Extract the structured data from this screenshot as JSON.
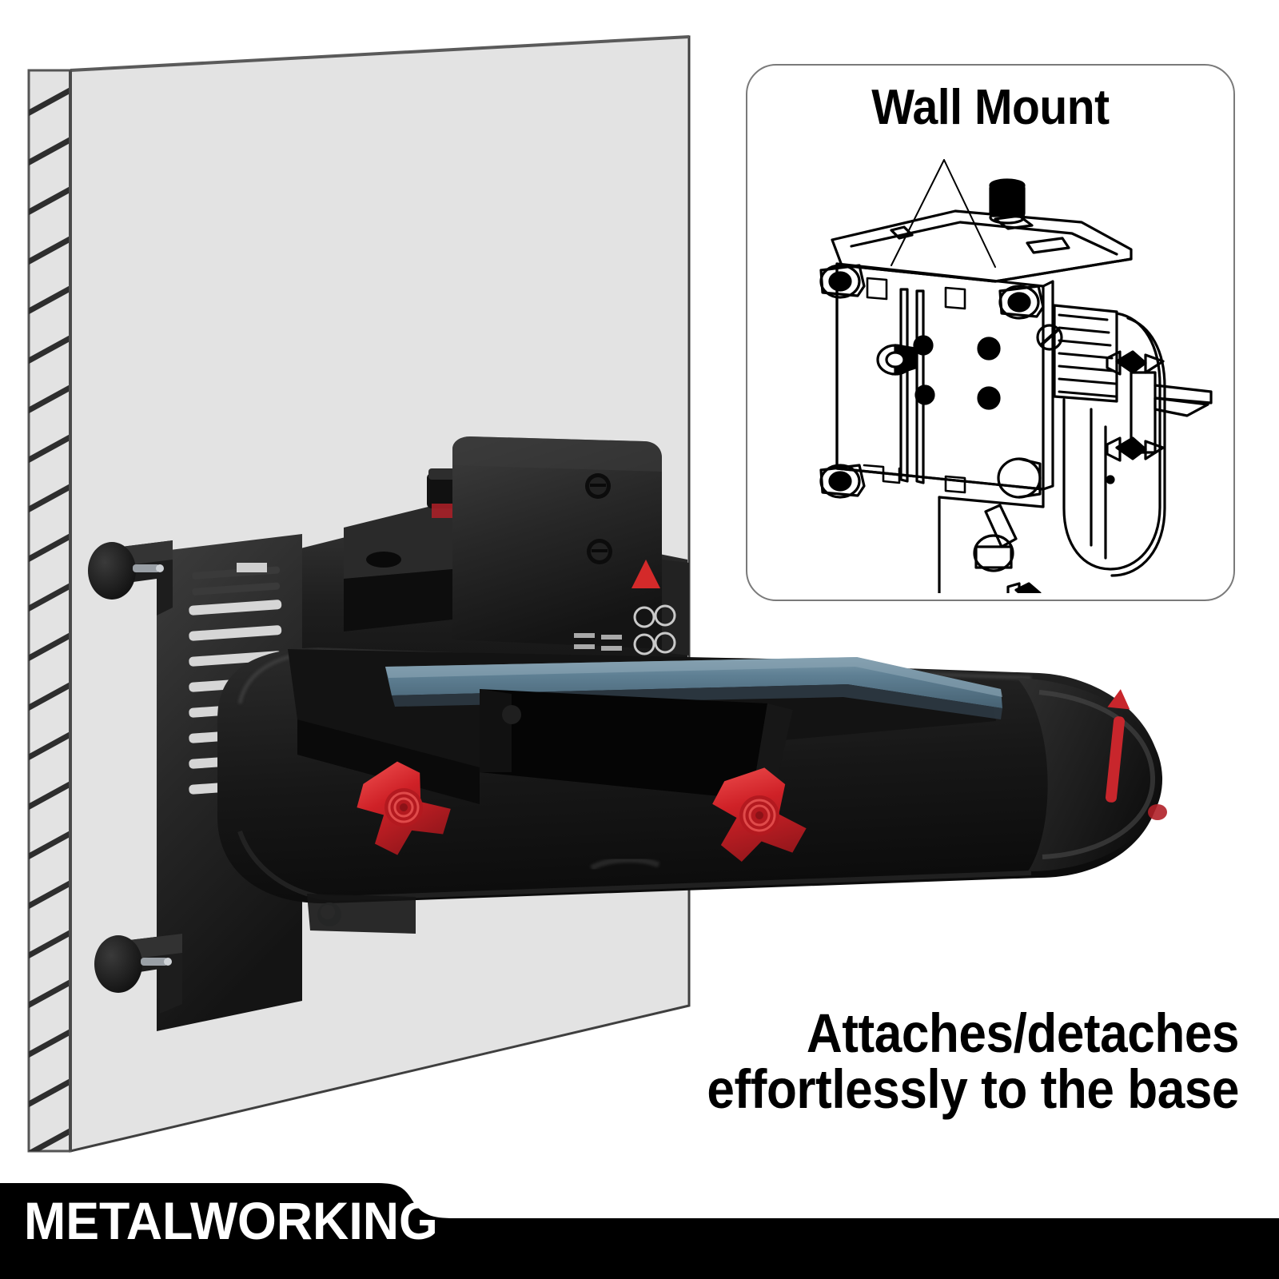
{
  "image": {
    "kind": "product-marketing-photo",
    "subject": "wall-mounted belt sander",
    "background_color": "#ffffff"
  },
  "wall": {
    "name": "wall-panel",
    "face_color": "#e2e2e2",
    "edge_color": "#3a3a3a",
    "hatch_color": "#2e2e2e",
    "hatch_line_count": 22
  },
  "inset": {
    "title": "Wall Mount",
    "border_color": "#7a7a7a",
    "background": "#ffffff",
    "art_kind": "line-drawing",
    "art_color": "#000000"
  },
  "tagline": {
    "line1": "Attaches/detaches",
    "line2": "effortlessly to the base",
    "color": "#000000"
  },
  "banner": {
    "label": "METALWORKING",
    "background": "#000000",
    "text_color": "#ffffff"
  },
  "product": {
    "body_color": "#1a1a1a",
    "body_highlight": "#3a3a3a",
    "belt_color": "#5d7d91",
    "belt_edge_color": "#7f99a8",
    "knob_color": "#cf2127",
    "knob_highlight": "#ef4a4a",
    "accent_color": "#d32a2a",
    "metal_color": "#b9bcc0",
    "vent_color": "#d8d8d8",
    "knobs": [
      {
        "name": "front-adjust-knob",
        "label": "red wing knob"
      },
      {
        "name": "rear-adjust-knob",
        "label": "red wing knob"
      }
    ],
    "markings": {
      "arrow": "belt direction arrow",
      "triangle": "warning triangle"
    }
  }
}
